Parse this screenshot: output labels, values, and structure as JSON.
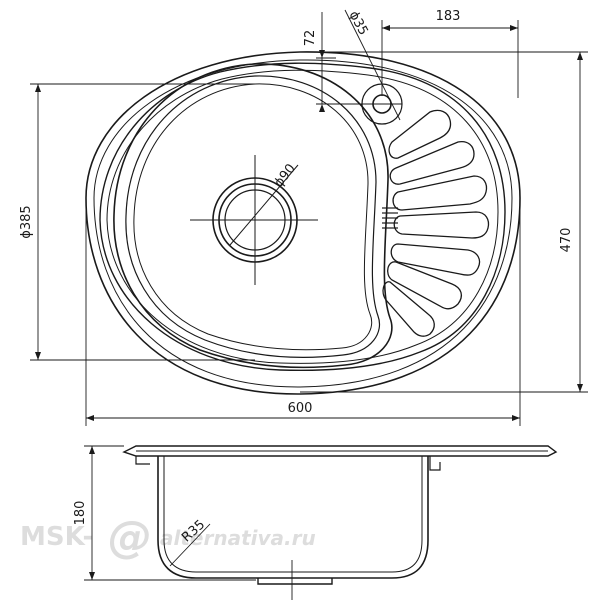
{
  "dimensions": {
    "hole_offset_v": "72",
    "tap_hole_dia": "ϕ35",
    "hole_offset_h": "183",
    "bowl_dia": "ϕ385",
    "drain_dia": "ϕ90",
    "overall_depth": "470",
    "overall_width": "600",
    "bowl_depth": "180",
    "corner_radius": "R35"
  },
  "watermark": {
    "brand": "MSK-",
    "domain": "alternativa.ru"
  },
  "colors": {
    "line": "#1a1a1a",
    "watermark": "#dddddd"
  }
}
